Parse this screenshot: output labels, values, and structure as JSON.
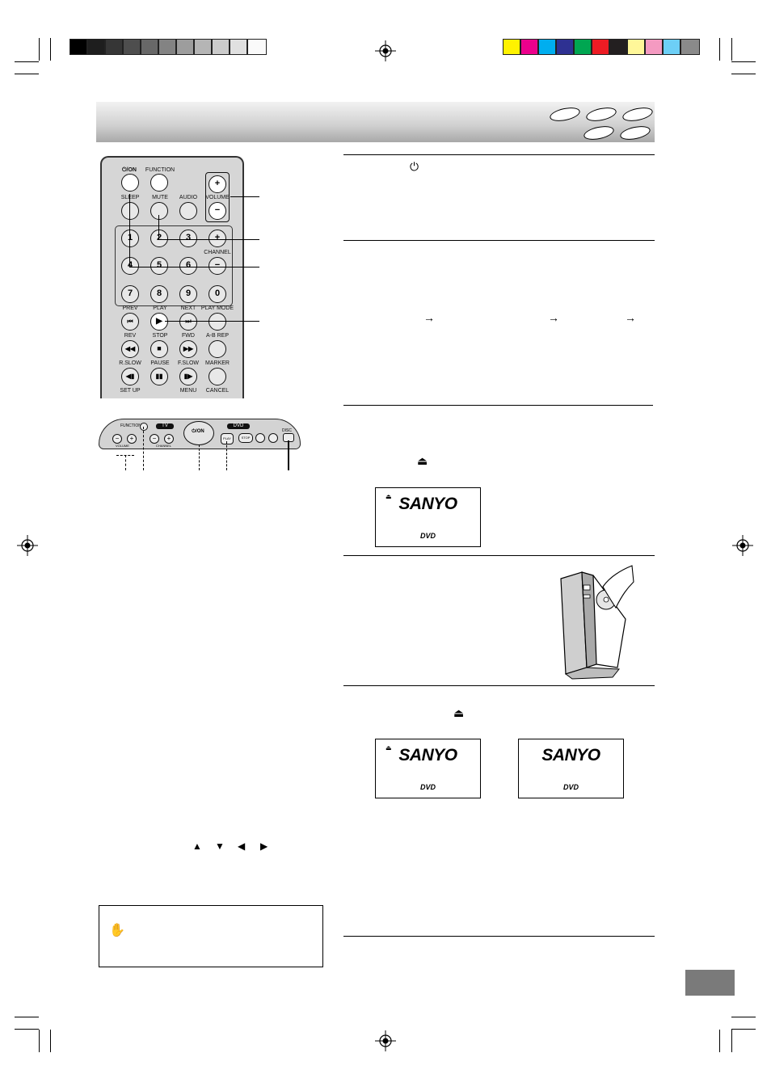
{
  "remote": {
    "labels": {
      "power_on": "ON",
      "function": "FUNCTION",
      "sleep": "SLEEP",
      "mute": "MUTE",
      "audio": "AUDIO",
      "volume": "VOLUME",
      "channel": "CHANNEL",
      "prev": "PREV",
      "play": "PLAY",
      "next": "NEXT",
      "play_mode": "PLAY MODE",
      "rev": "REV",
      "stop": "STOP",
      "fwd": "FWD",
      "ab_rep": "A-B REP",
      "r_slow": "R.SLOW",
      "pause": "PAUSE",
      "f_slow": "F.SLOW",
      "marker": "MARKER",
      "setup": "SET UP",
      "menu": "MENU",
      "cancel": "CANCEL"
    },
    "digits": [
      "1",
      "2",
      "3",
      "4",
      "5",
      "6",
      "7",
      "8",
      "9",
      "0"
    ],
    "plus": "+",
    "minus": "−"
  },
  "unit": {
    "function": "FUNCTION",
    "tv": "TV",
    "dvd": "DVD",
    "power_on": "ON",
    "play": "PLAY",
    "stop": "STOP",
    "disc": "DISC",
    "volume": "VOLUME",
    "channel": "CHANNEL"
  },
  "screens": {
    "logo": "SANYO",
    "dvd_mark": "DVD",
    "eject_symbol": "⏏"
  },
  "symbols": {
    "power": "⏻",
    "arrow": "→",
    "eject": "⏏",
    "up": "▲",
    "down": "▼",
    "left": "◀",
    "right": "▶",
    "hand": "✋"
  }
}
